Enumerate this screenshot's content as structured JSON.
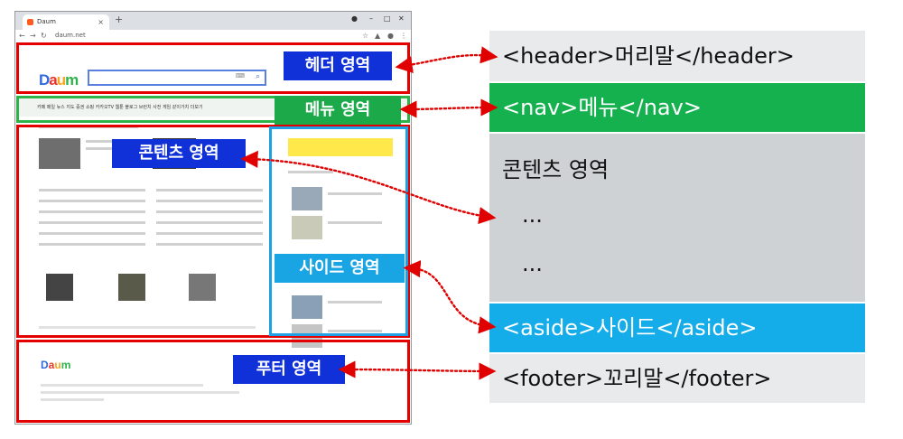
{
  "browser": {
    "tab_title": "Daum",
    "url": "daum.net",
    "logo": "Daum",
    "search_keyboard": "⌨",
    "search_icon": "search-icon",
    "menu_items": "카페 메일 뉴스 지도 증권 쇼핑 카카오TV 웹툰 블로그 브런치 사전 게임 같이가치 더보기"
  },
  "badges": {
    "header": "헤더 영역",
    "nav": "메뉴 영역",
    "content": "콘텐츠 영역",
    "aside": "사이드 영역",
    "footer": "푸터 영역"
  },
  "tags": {
    "header": "<header>머리말</header>",
    "nav": "<nav>메뉴</nav>",
    "content_title": "콘텐츠 영역",
    "content_dots1": "...",
    "content_dots2": "...",
    "aside": "<aside>사이드</aside>",
    "footer": "<footer>꼬리말</footer>"
  },
  "colors": {
    "frame_red": "#e50000",
    "nav_green": "#16b14f",
    "aside_sky": "#15acea",
    "badge_blue": "#1030d8",
    "arrow_red": "#e00000"
  }
}
